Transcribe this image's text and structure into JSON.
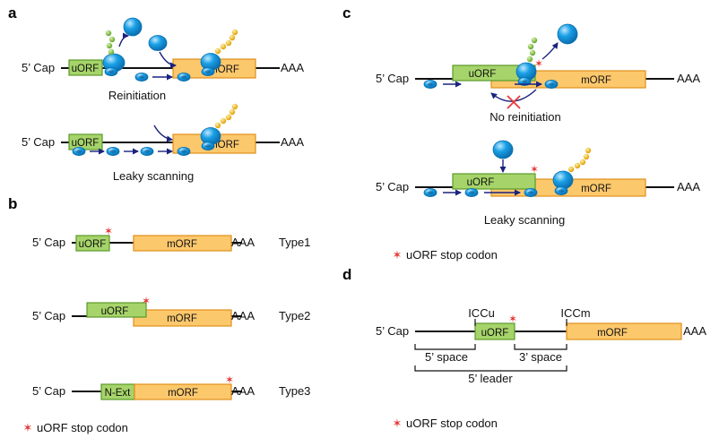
{
  "colors": {
    "uorf_fill": "#a6d46a",
    "uorf_stroke": "#5a9a2a",
    "morf_fill": "#fcc86c",
    "morf_stroke": "#e0901a",
    "ribosome": "#1aa0e6",
    "ribosome_dark": "#0a6fb0",
    "arrow": "#1a237e",
    "stop": "#e53935",
    "green_chain": "#7dc243",
    "yellow_chain": "#f5b400"
  },
  "labels": {
    "cap": "5’ Cap",
    "aaa": "AAA",
    "uorf": "uORF",
    "morf": "mORF",
    "next": "N-Ext",
    "icc_u": "ICCu",
    "icc_m": "ICCm",
    "space5": "5’ space",
    "space3": "3’ space",
    "leader5": "5’ leader"
  },
  "panel_a": {
    "letter": "a",
    "mechanisms": [
      "Reinitiation",
      "Leaky scanning"
    ]
  },
  "panel_b": {
    "letter": "b",
    "types": [
      "Type1",
      "Type2",
      "Type3"
    ],
    "legend": "uORF stop codon"
  },
  "panel_c": {
    "letter": "c",
    "mechanisms": [
      "No reinitiation",
      "Leaky scanning"
    ],
    "legend": "uORF stop codon"
  },
  "panel_d": {
    "letter": "d",
    "legend": "uORF stop codon"
  },
  "stop_glyph": "✶"
}
